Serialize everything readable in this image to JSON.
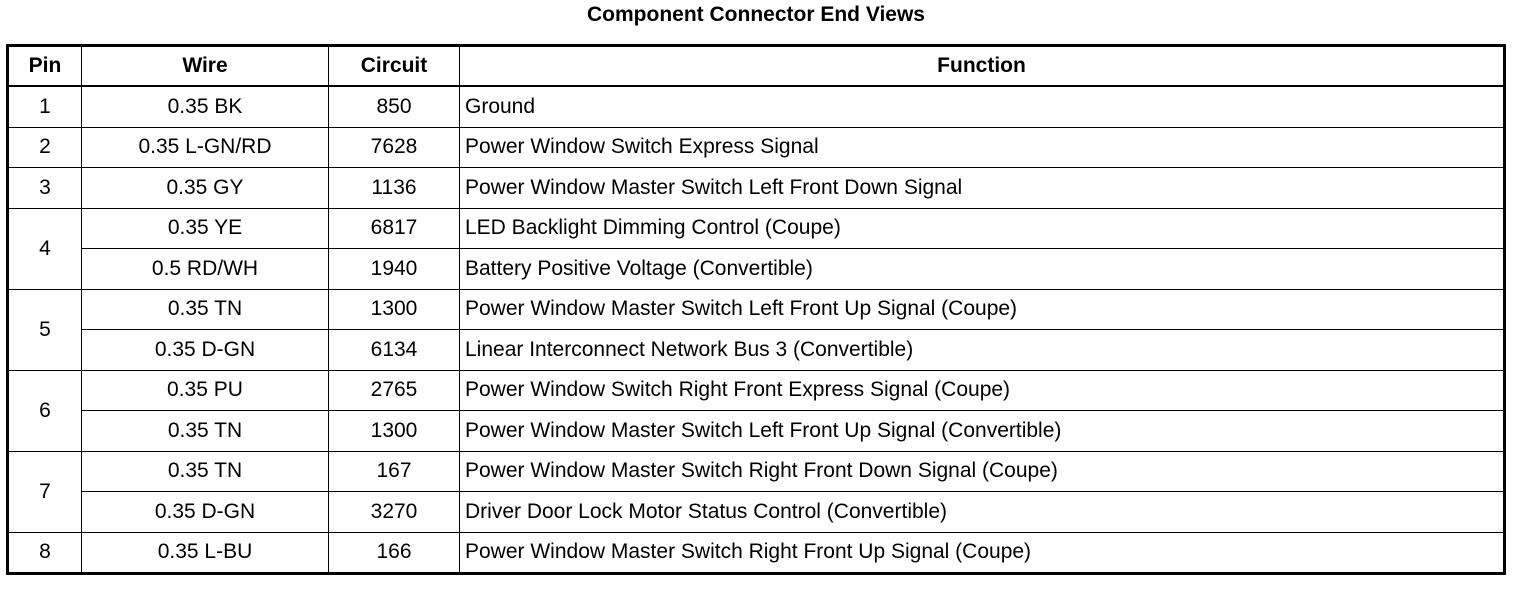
{
  "title": "Component Connector End Views",
  "headers": {
    "pin": "Pin",
    "wire": "Wire",
    "circuit": "Circuit",
    "function": "Function"
  },
  "rows": [
    {
      "pin": "1",
      "pin_rowspan": 1,
      "wire": "0.35 BK",
      "circuit": "850",
      "function": "Ground"
    },
    {
      "pin": "2",
      "pin_rowspan": 1,
      "wire": "0.35 L-GN/RD",
      "circuit": "7628",
      "function": "Power Window Switch Express Signal"
    },
    {
      "pin": "3",
      "pin_rowspan": 1,
      "wire": "0.35 GY",
      "circuit": "1136",
      "function": "Power Window Master Switch Left Front Down Signal"
    },
    {
      "pin": "4",
      "pin_rowspan": 2,
      "wire": "0.35 YE",
      "circuit": "6817",
      "function": "LED Backlight Dimming Control (Coupe)"
    },
    {
      "pin": null,
      "wire": "0.5 RD/WH",
      "circuit": "1940",
      "function": "Battery Positive Voltage (Convertible)"
    },
    {
      "pin": "5",
      "pin_rowspan": 2,
      "wire": "0.35 TN",
      "circuit": "1300",
      "function": "Power Window Master Switch Left Front Up Signal (Coupe)"
    },
    {
      "pin": null,
      "wire": "0.35 D-GN",
      "circuit": "6134",
      "function": "Linear Interconnect Network Bus 3 (Convertible)"
    },
    {
      "pin": "6",
      "pin_rowspan": 2,
      "wire": "0.35 PU",
      "circuit": "2765",
      "function": "Power Window Switch Right Front Express Signal (Coupe)"
    },
    {
      "pin": null,
      "wire": "0.35 TN",
      "circuit": "1300",
      "function": "Power Window Master Switch Left Front Up Signal (Convertible)"
    },
    {
      "pin": "7",
      "pin_rowspan": 2,
      "wire": "0.35 TN",
      "circuit": "167",
      "function": "Power Window Master Switch Right Front Down Signal (Coupe)"
    },
    {
      "pin": null,
      "wire": "0.35 D-GN",
      "circuit": "3270",
      "function": "Driver Door Lock Motor Status Control (Convertible)"
    },
    {
      "pin": "8",
      "pin_rowspan": 1,
      "wire": "0.35 L-BU",
      "circuit": "166",
      "function": "Power Window Master Switch Right Front Up Signal (Coupe)"
    }
  ]
}
